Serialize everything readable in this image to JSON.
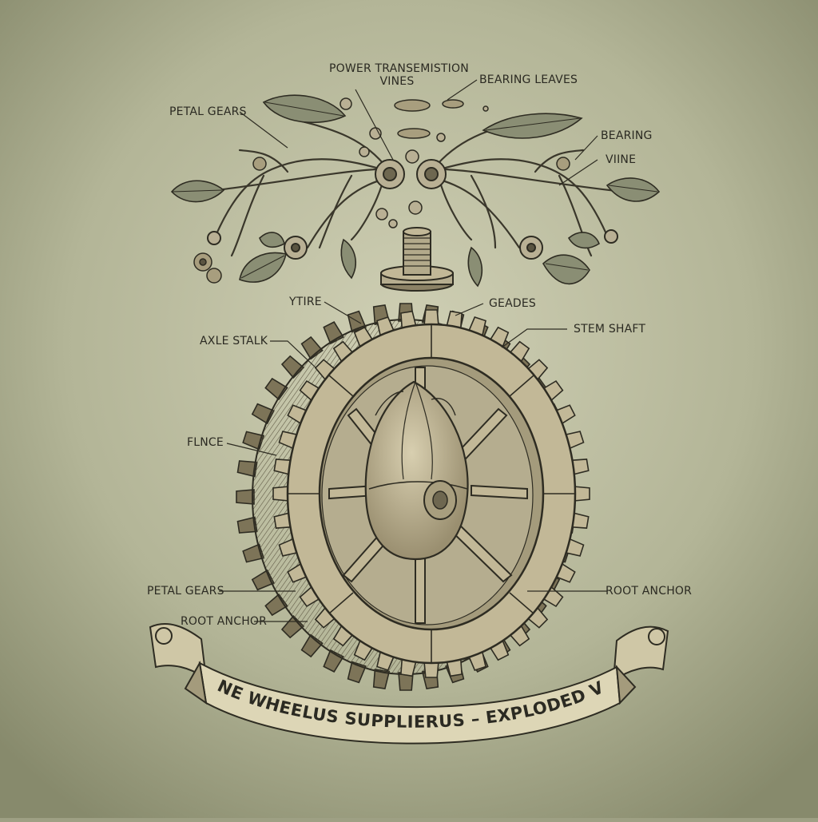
{
  "labels": {
    "power_transmission_line1": "POWER TRANSEMISTION",
    "power_transmission_line2": "VINES",
    "bearing_leaves": "BEARING LEAVES",
    "petal_gears_top": "PETAL GEARS",
    "bearing": "BEARING",
    "viine": "VIINE",
    "ytire": "YTIRE",
    "geades": "GEADES",
    "axle_stalk": "AXLE STALK",
    "stem_shaft": "STEM SHAFT",
    "flnce": "FLNCE",
    "petal_gears_bottom": "PETAL GEARS",
    "root_anchor_left": "ROOT ANCHOR",
    "root_anchor_right": "ROOT ANCHOR"
  },
  "banner": {
    "title": "CRANE WHEELUS SUPPLIERUS – EXPLODED VIEW"
  },
  "colors": {
    "background_center": "#c9c9ad",
    "background_edge": "#8f9275",
    "ink": "#2b2a22",
    "wood": "#c2b897",
    "wood_dark": "#8c8266",
    "leaf": "#8a8e74",
    "banner": "#ddd6b6"
  }
}
